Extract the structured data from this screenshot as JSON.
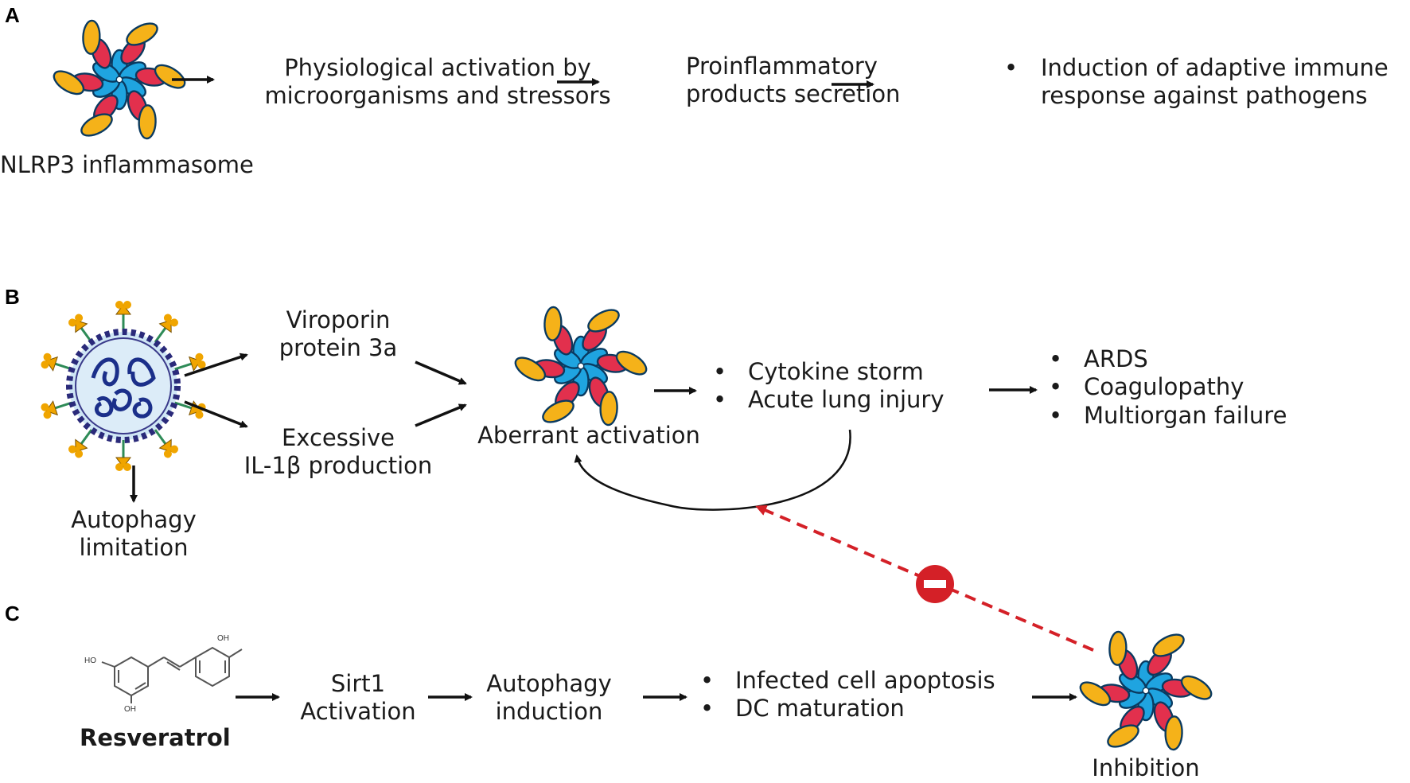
{
  "colors": {
    "arrow": "#111111",
    "inhibit": "#d42027",
    "blob_blue": "#1fa4e0",
    "blob_red": "#e2304d",
    "blob_yellow": "#f5b219"
  },
  "panels": {
    "a": "A",
    "b": "B",
    "c": "C"
  },
  "a": {
    "icon_label": "NLRP3 inflammasome",
    "step1": {
      "line1": "Physiological activation by",
      "line2": "microorganisms and stressors"
    },
    "step2": {
      "line1": "Proinflammatory",
      "line2": "products secretion"
    },
    "step3": {
      "bullet": "•",
      "line1": "Induction of adaptive immune",
      "line2": "response against pathogens"
    }
  },
  "b": {
    "viroporin": {
      "line1": "Viroporin",
      "line2": "protein 3a"
    },
    "il1b": {
      "line1": "Excessive",
      "line2": "IL-1β production"
    },
    "autophagy": {
      "line1": "Autophagy",
      "line2": "limitation"
    },
    "aberrant": "Aberrant activation",
    "effects": [
      {
        "bullet": "•",
        "text": "Cytokine storm"
      },
      {
        "bullet": "•",
        "text": "Acute lung injury"
      }
    ],
    "outcomes": [
      {
        "bullet": "•",
        "text": "ARDS"
      },
      {
        "bullet": "•",
        "text": "Coagulopathy"
      },
      {
        "bullet": "•",
        "text": "Multiorgan failure"
      }
    ]
  },
  "c": {
    "molecule": {
      "oh_top": "OH",
      "ho_left": "HO",
      "oh_bottom": "OH"
    },
    "resveratrol": "Resveratrol",
    "sirt1": {
      "line1": "Sirt1",
      "line2": "Activation"
    },
    "autophagy": {
      "line1": "Autophagy",
      "line2": "induction"
    },
    "effects": [
      {
        "bullet": "•",
        "text": "Infected cell apoptosis"
      },
      {
        "bullet": "•",
        "text": "DC maturation"
      }
    ],
    "inhibition": "Inhibition"
  }
}
